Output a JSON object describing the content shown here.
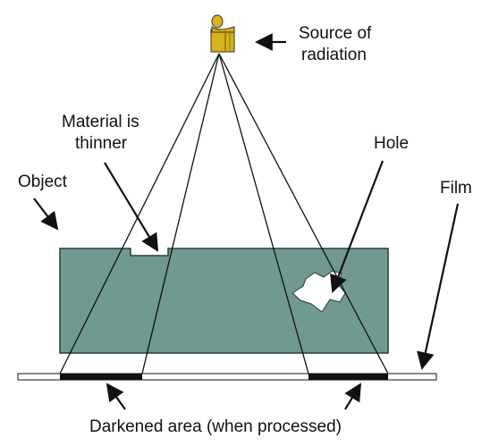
{
  "labels": {
    "source_line1": "Source of",
    "source_line2": "radiation",
    "material_line1": "Material is",
    "material_line2": "thinner",
    "hole": "Hole",
    "object": "Object",
    "film": "Film",
    "darkened": "Darkened area (when processed)"
  },
  "colors": {
    "object_fill": "#6f9991",
    "source_fill": "#d9b414",
    "darkened_fill": "#111111",
    "film_fill": "#ffffff",
    "line": "#111111"
  },
  "icons": {
    "source": "radiation-source-icon"
  }
}
